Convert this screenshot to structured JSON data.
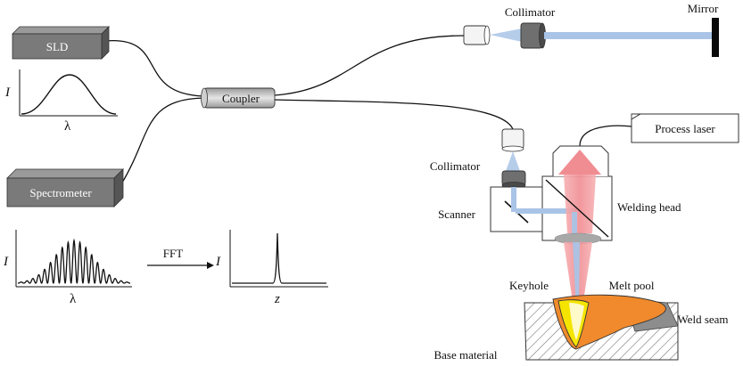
{
  "labels": {
    "sld": "SLD",
    "spectrometer": "Spectrometer",
    "coupler": "Coupler",
    "collimator_top": "Collimator",
    "mirror": "Mirror",
    "process_laser": "Process laser",
    "collimator_mid": "Collimator",
    "scanner": "Scanner",
    "welding_head": "Welding head",
    "keyhole": "Keyhole",
    "melt_pool": "Melt pool",
    "weld_seam": "Weld seam",
    "base_material": "Base material",
    "fft": "FFT"
  },
  "axes": {
    "intensity_symbol": "I",
    "wavelength_symbol": "λ",
    "depth_symbol": "z"
  },
  "colors": {
    "box_fill": "#7a7a7a",
    "beam_blue": "#a9c4e6",
    "laser_red": "#f3a2a6",
    "melt_orange": "#f08a2c",
    "keyhole_yellow": "#f5e400",
    "lens_gray": "#a8a8a8"
  }
}
